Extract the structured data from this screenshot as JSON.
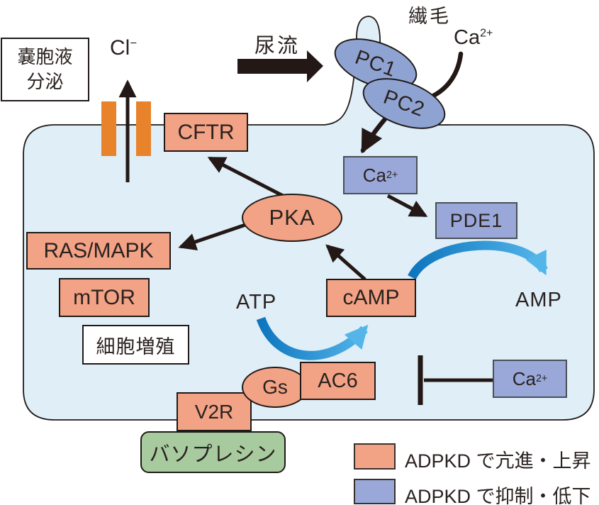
{
  "nodes": {
    "pc1": "PC1",
    "pc2": "PC2",
    "cftr": "CFTR",
    "pka": "PKA",
    "ras_mapk": "RAS/MAPK",
    "mtor": "mTOR",
    "camp": "cAMP",
    "pde1": "PDE1",
    "ac6": "AC6",
    "gs": "Gs",
    "v2r": "V2R",
    "ca_base": "Ca",
    "ca_sup": "2+"
  },
  "labels": {
    "cilia": "繊毛",
    "urine_flow": "尿流",
    "cyst_fluid_line1": "嚢胞液",
    "cyst_fluid_line2": "分泌",
    "cl_base": "Cl",
    "cl_sup": "−",
    "atp": "ATP",
    "amp": "AMP",
    "cell_proliferation": "細胞増殖",
    "vasopressin": "バソプレシン"
  },
  "legend": {
    "items": [
      {
        "label": "ADPKD で亢進・上昇",
        "color": "#F2A285"
      },
      {
        "label": "ADPKD で抑制・低下",
        "color": "#99A8D8"
      }
    ]
  },
  "colors": {
    "up_regulated_salmon": "#F2A285",
    "down_regulated_blue": "#99A8D8",
    "pc_ellipse_blue": "#8FA3D3",
    "membrane_fill": "#DFEEF7",
    "channel_orange": "#E8832C",
    "vasopressin_green": "#A7CB9F",
    "arrow_black": "#231815",
    "arrow_blue_start": "#0E76BE",
    "arrow_blue_end": "#54B5E9"
  }
}
